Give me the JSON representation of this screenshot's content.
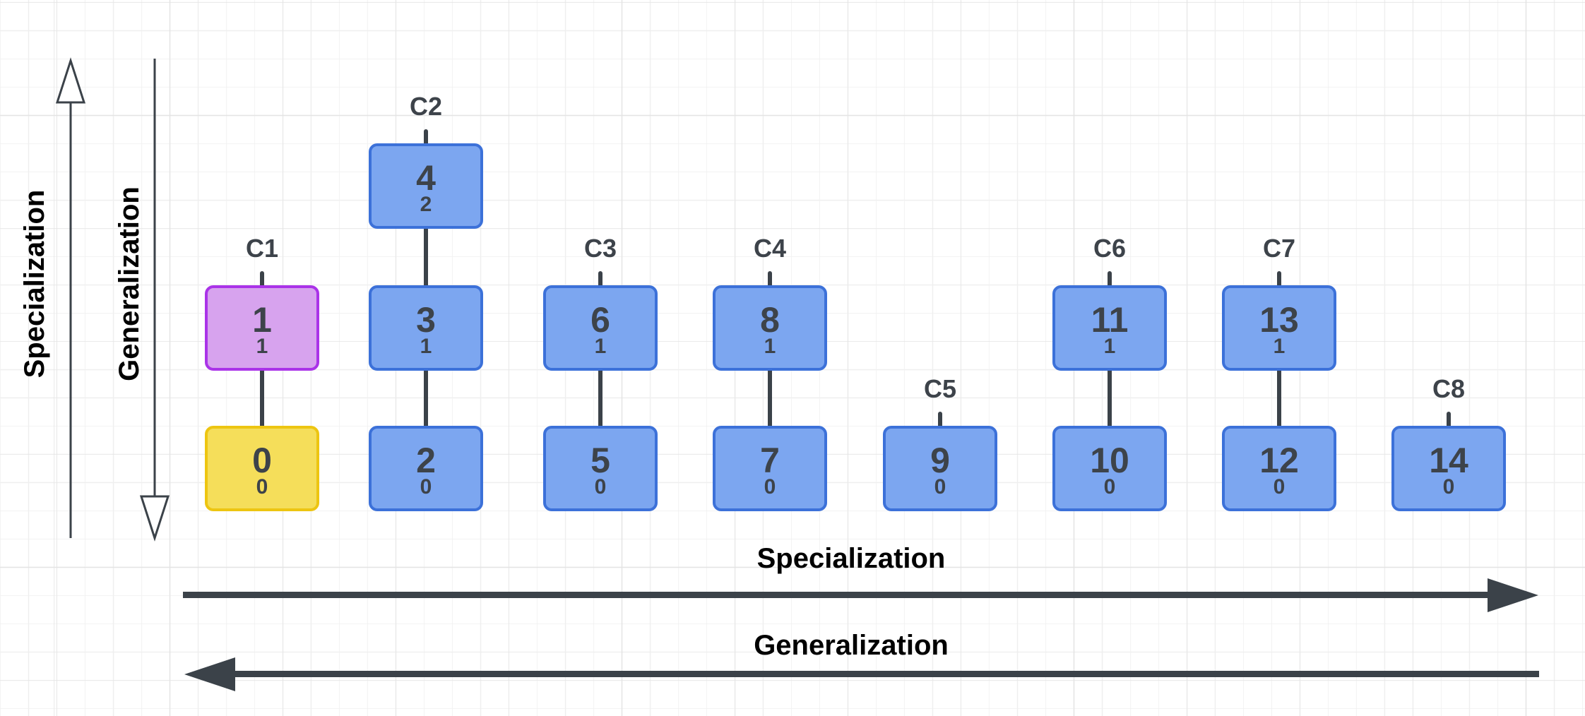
{
  "diagram": {
    "left_axis": {
      "up_label": "Specialization",
      "down_label": "Generalization"
    },
    "bottom_axis": {
      "right_label": "Specialization",
      "left_label": "Generalization"
    },
    "colors": {
      "blue_fill": "#7CA6F0",
      "blue_border": "#3C71D9",
      "purple_fill": "#D7A3EE",
      "purple_border": "#AA33E8",
      "yellow_fill": "#F5DE5A",
      "yellow_border": "#EDC511",
      "line": "#3B4249",
      "node_text": "#3D434A",
      "axis_text": "#000000"
    },
    "columns": [
      {
        "label": "C1",
        "nodes": [
          {
            "value": "1",
            "sub": "1",
            "level": 1,
            "color": "purple"
          },
          {
            "value": "0",
            "sub": "0",
            "level": 0,
            "color": "yellow"
          }
        ]
      },
      {
        "label": "C2",
        "nodes": [
          {
            "value": "4",
            "sub": "2",
            "level": 2,
            "color": "blue"
          },
          {
            "value": "3",
            "sub": "1",
            "level": 1,
            "color": "blue"
          },
          {
            "value": "2",
            "sub": "0",
            "level": 0,
            "color": "blue"
          }
        ]
      },
      {
        "label": "C3",
        "nodes": [
          {
            "value": "6",
            "sub": "1",
            "level": 1,
            "color": "blue"
          },
          {
            "value": "5",
            "sub": "0",
            "level": 0,
            "color": "blue"
          }
        ]
      },
      {
        "label": "C4",
        "nodes": [
          {
            "value": "8",
            "sub": "1",
            "level": 1,
            "color": "blue"
          },
          {
            "value": "7",
            "sub": "0",
            "level": 0,
            "color": "blue"
          }
        ]
      },
      {
        "label": "C5",
        "nodes": [
          {
            "value": "9",
            "sub": "0",
            "level": 0,
            "color": "blue"
          }
        ]
      },
      {
        "label": "C6",
        "nodes": [
          {
            "value": "11",
            "sub": "1",
            "level": 1,
            "color": "blue"
          },
          {
            "value": "10",
            "sub": "0",
            "level": 0,
            "color": "blue"
          }
        ]
      },
      {
        "label": "C7",
        "nodes": [
          {
            "value": "13",
            "sub": "1",
            "level": 1,
            "color": "blue"
          },
          {
            "value": "12",
            "sub": "0",
            "level": 0,
            "color": "blue"
          }
        ]
      },
      {
        "label": "C8",
        "nodes": [
          {
            "value": "14",
            "sub": "0",
            "level": 0,
            "color": "blue"
          }
        ]
      }
    ]
  }
}
